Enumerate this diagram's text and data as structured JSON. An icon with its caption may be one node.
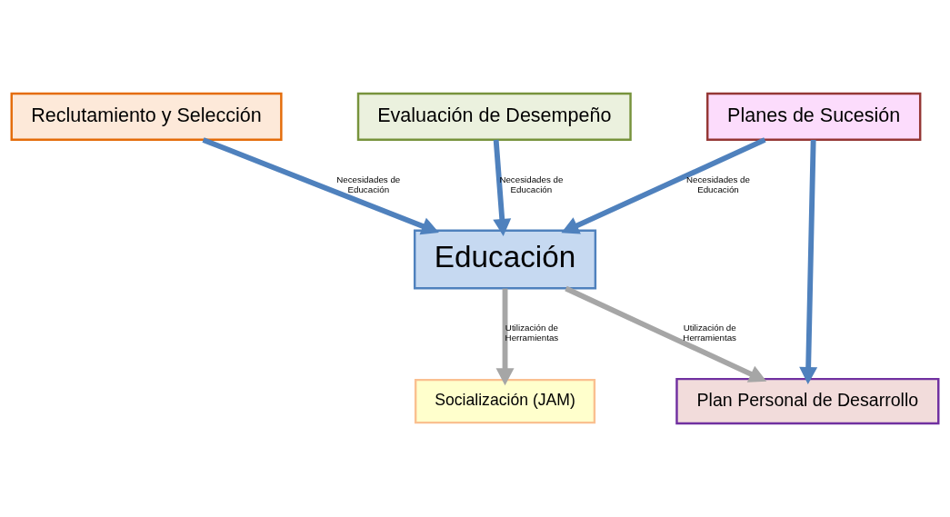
{
  "diagram": {
    "nodes": [
      {
        "text": [
          "Reclutamiento y Selección"
        ]
      },
      {
        "text": [
          "Evaluación de Desempeño"
        ]
      },
      {
        "text": [
          "Planes de Sucesión"
        ]
      },
      {
        "text": [
          "Educación"
        ]
      },
      {
        "text": [
          "Socialización (JAM)"
        ]
      },
      {
        "text": [
          "Plan Personal de Desarrollo"
        ]
      }
    ],
    "edges": [
      {
        "from": 0,
        "to": 3,
        "arrow": "to",
        "label": "Necesidades de Educación"
      },
      {
        "from": 1,
        "to": 3,
        "arrow": "to",
        "label": "Necesidades de Educación"
      },
      {
        "from": 2,
        "to": 3,
        "arrow": "to",
        "label": "Necesidades de Educación"
      },
      {
        "from": 3,
        "to": 4,
        "arrow": "to",
        "label": "Utilización de Herramientas",
        "color": "#a6a6a6"
      },
      {
        "from": 3,
        "to": 5,
        "arrow": "to",
        "label": "Utilización de Herramientas",
        "color": "#a6a6a6"
      },
      {
        "from": 2,
        "to": 5,
        "arrow": "to"
      }
    ]
  }
}
